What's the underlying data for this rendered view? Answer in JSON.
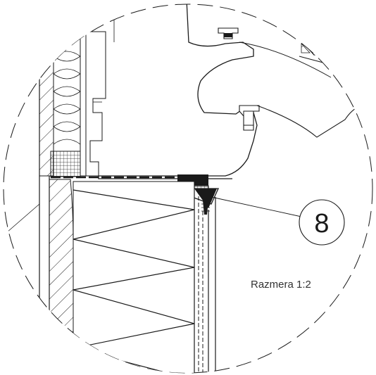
{
  "callout": {
    "number": "8"
  },
  "scale_label": "Razmera 1:2",
  "icons": {
    "detail_boundary": "dashed-circle",
    "insulation": "zigzag-batt",
    "masonry": "diagonal-hatch",
    "mesh": "cross-hatch"
  },
  "colors": {
    "line": "#1a1a1a",
    "background": "#ffffff"
  }
}
